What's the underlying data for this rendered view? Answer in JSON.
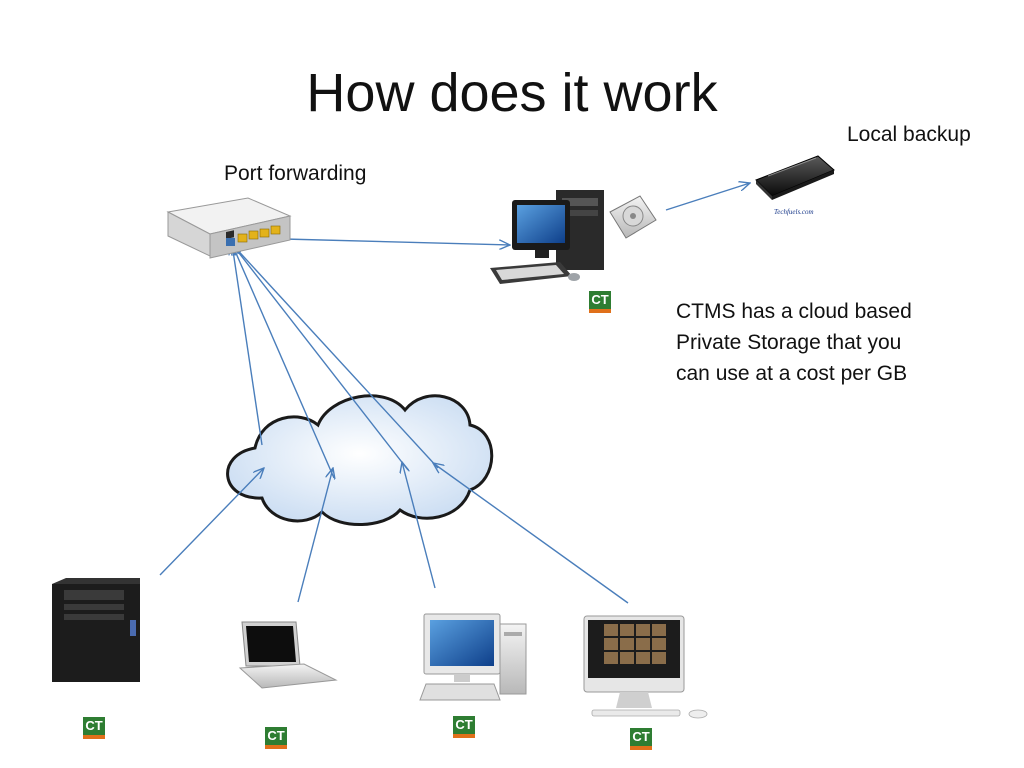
{
  "slide": {
    "title": "How does it work",
    "port_forwarding_label": "Port forwarding",
    "local_backup_label": "Local backup",
    "note_lines": [
      "CTMS has a cloud based",
      "Private Storage that you",
      "can use at a cost per GB"
    ],
    "ct_badge_text": "CT",
    "drive_brand_text": "Techfuels.com"
  },
  "nodes": [
    "router",
    "office-pc",
    "hard-drive",
    "backup-disk",
    "cloud",
    "tower-server",
    "laptop",
    "desktop-pc",
    "imac"
  ],
  "colors": {
    "arrow": "#4a7ebb",
    "ct_green": "#2e7d32",
    "ct_orange": "#e0701a"
  }
}
